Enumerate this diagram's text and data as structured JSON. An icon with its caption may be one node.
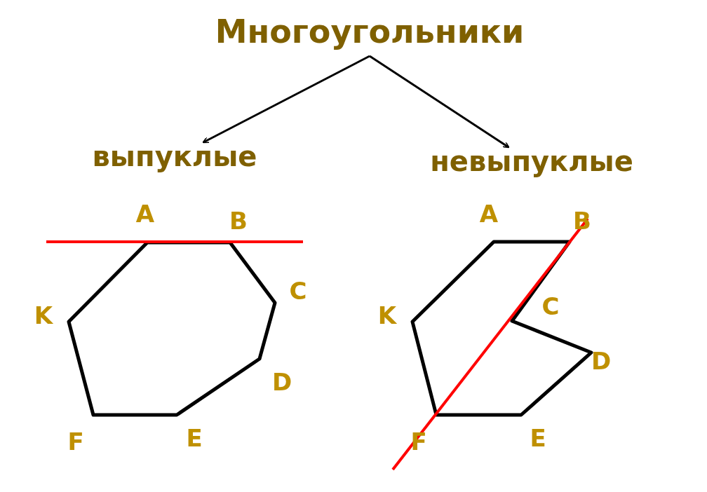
{
  "diagram": {
    "nodes": [
      {
        "text": [
          "Многоугольники"
        ]
      },
      {
        "text": [
          "выпуклые"
        ]
      },
      {
        "text": [
          "невыпуклые"
        ]
      }
    ],
    "edges": [
      {
        "from": 0,
        "to": 1,
        "arrow": "to"
      },
      {
        "from": 0,
        "to": 2,
        "arrow": "to"
      }
    ],
    "labels": [
      "A",
      "B",
      "C",
      "K",
      "D",
      "F",
      "E",
      "A",
      "B",
      "C",
      "K",
      "D",
      "F",
      "E"
    ]
  }
}
